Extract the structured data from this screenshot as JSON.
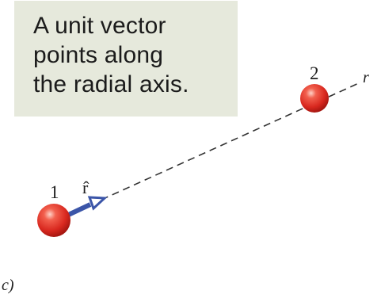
{
  "caption": {
    "lines": [
      "A unit vector",
      "points along",
      "the radial axis."
    ]
  },
  "labels": {
    "particle_1": "1",
    "particle_2": "2",
    "axis": "r",
    "unit_vector": "r̂",
    "panel": "c)"
  },
  "colors": {
    "caption_bg": "#e6e9dc",
    "particle": "#e8322a",
    "vector": "#3b55a8",
    "axis_line": "#333333"
  }
}
